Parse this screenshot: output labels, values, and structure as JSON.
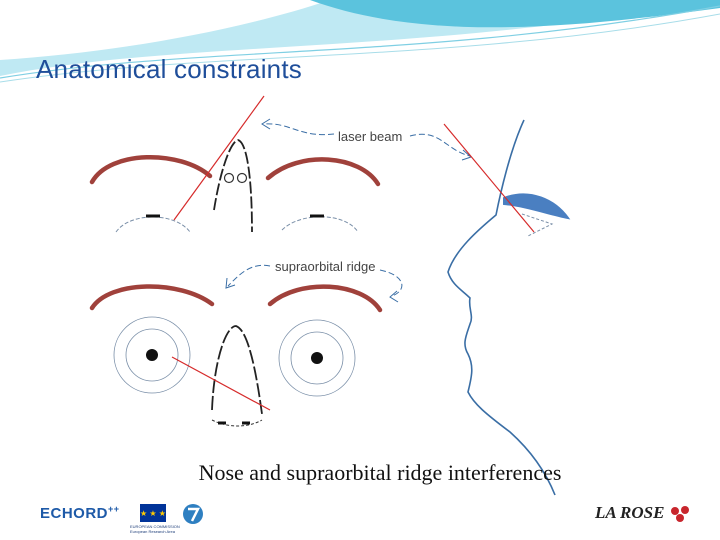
{
  "slide": {
    "title": "Anatomical constraints",
    "caption": "Nose and supraorbital ridge interferences"
  },
  "diagram": {
    "labels": {
      "laser_beam": "laser beam",
      "supraorbital_ridge": "supraorbital ridge"
    }
  },
  "footer": {
    "echord_logo": "ECHORD",
    "echord_suffix": "++",
    "eu_flag_stars": "★ ★ ★",
    "eu_logo_text": "EUROPEAN COMMISSION European Research Area",
    "larose_logo": "LA ROSE"
  },
  "colors": {
    "title": "#1f4e9a",
    "eyebrow": "#a0413b",
    "laser": "#d62b2b",
    "profile": "#3a6ea5",
    "brow_profile": "#4a7fc1",
    "swoosh": "#5bc3dd"
  }
}
